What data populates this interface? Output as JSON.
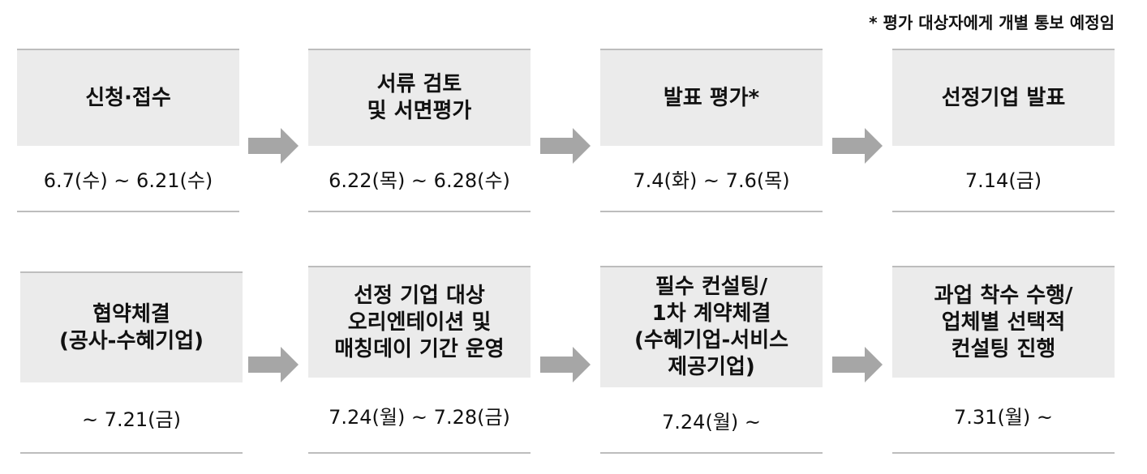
{
  "note": "* 평가 대상자에게 개별 통보 예정임",
  "row1": [
    {
      "title": "신청·접수",
      "date": "6.7(수) ~ 6.21(수)"
    },
    {
      "title": "서류 검토\n및 서면평가",
      "date": "6.22(목) ~ 6.28(수)"
    },
    {
      "title": "발표 평가*",
      "date": "7.4(화) ~ 7.6(목)"
    },
    {
      "title": "선정기업 발표",
      "date": "7.14(금)"
    }
  ],
  "row2": [
    {
      "title": "협약체결\n(공사-수혜기업)",
      "date": "~ 7.21(금)"
    },
    {
      "title": "선정 기업 대상\n오리엔테이션 및\n매칭데이 기간 운영",
      "date": "7.24(월) ~ 7.28(금)"
    },
    {
      "title": "필수 컨설팅/\n1차 계약체결\n(수혜기업-서비스\n제공기업)",
      "date": "7.24(월) ~"
    },
    {
      "title": "과업 착수 수행/\n업체별 선택적\n컨설팅 진행",
      "date": "7.31(월) ~"
    }
  ],
  "colors": {
    "box": "#ebebeb",
    "line": "#bdbdbd",
    "arrow": "#a6a6a6"
  }
}
